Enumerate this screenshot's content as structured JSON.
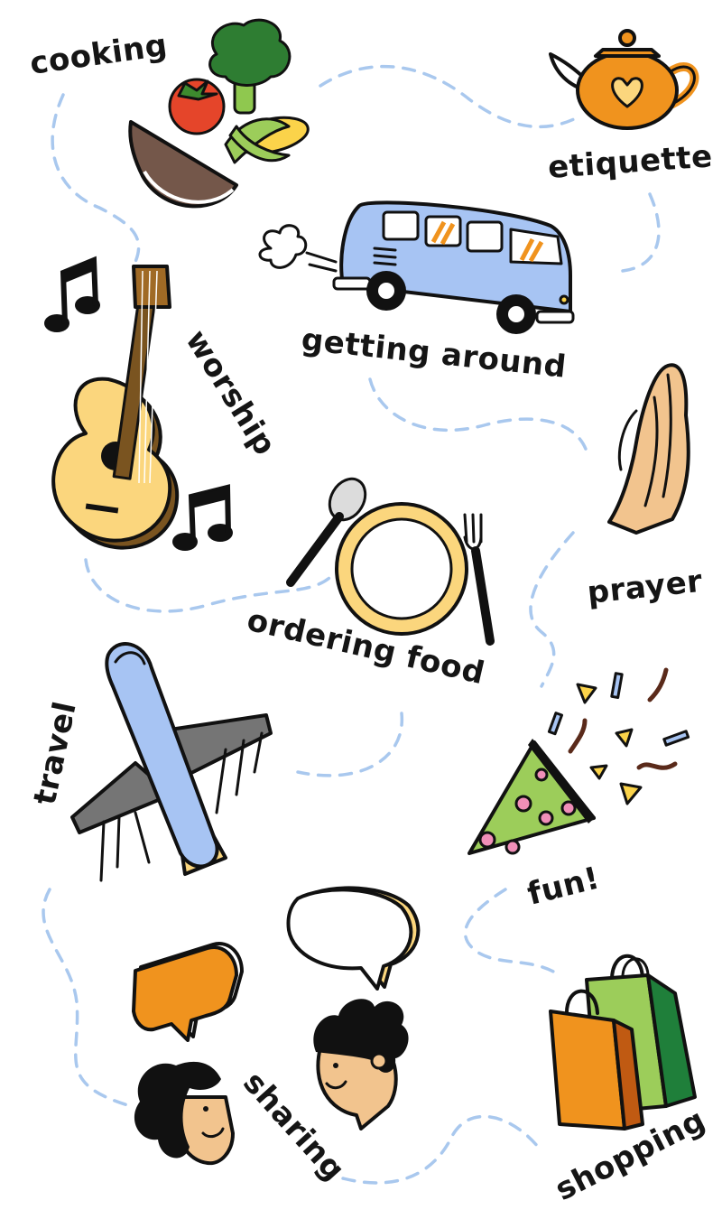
{
  "labels": {
    "cooking": "cooking",
    "etiquette": "etiquette",
    "getting_around": "getting around",
    "worship": "worship",
    "prayer": "prayer",
    "ordering_food": "ordering food",
    "travel": "travel",
    "fun": "fun!",
    "sharing": "sharing",
    "shopping": "shopping"
  },
  "colors": {
    "path": "#a9c8ee",
    "orange": "#f0931e",
    "yellow": "#fbd67d",
    "blue": "#a7c4f3",
    "green": "#9ccd5a",
    "dark_green": "#1f7f3a",
    "pink": "#f08fb8",
    "brown": "#74574a",
    "skin": "#f2c48e",
    "red": "#e5452a",
    "gray": "#757575"
  },
  "icons": [
    "vegetables-bowl-icon",
    "teapot-heart-icon",
    "van-icon",
    "music-note-icon",
    "guitar-icon",
    "praying-hands-icon",
    "plate-cutlery-icon",
    "airplane-icon",
    "party-popper-icon",
    "speech-bubble-icon",
    "person-icon",
    "shopping-bags-icon"
  ]
}
